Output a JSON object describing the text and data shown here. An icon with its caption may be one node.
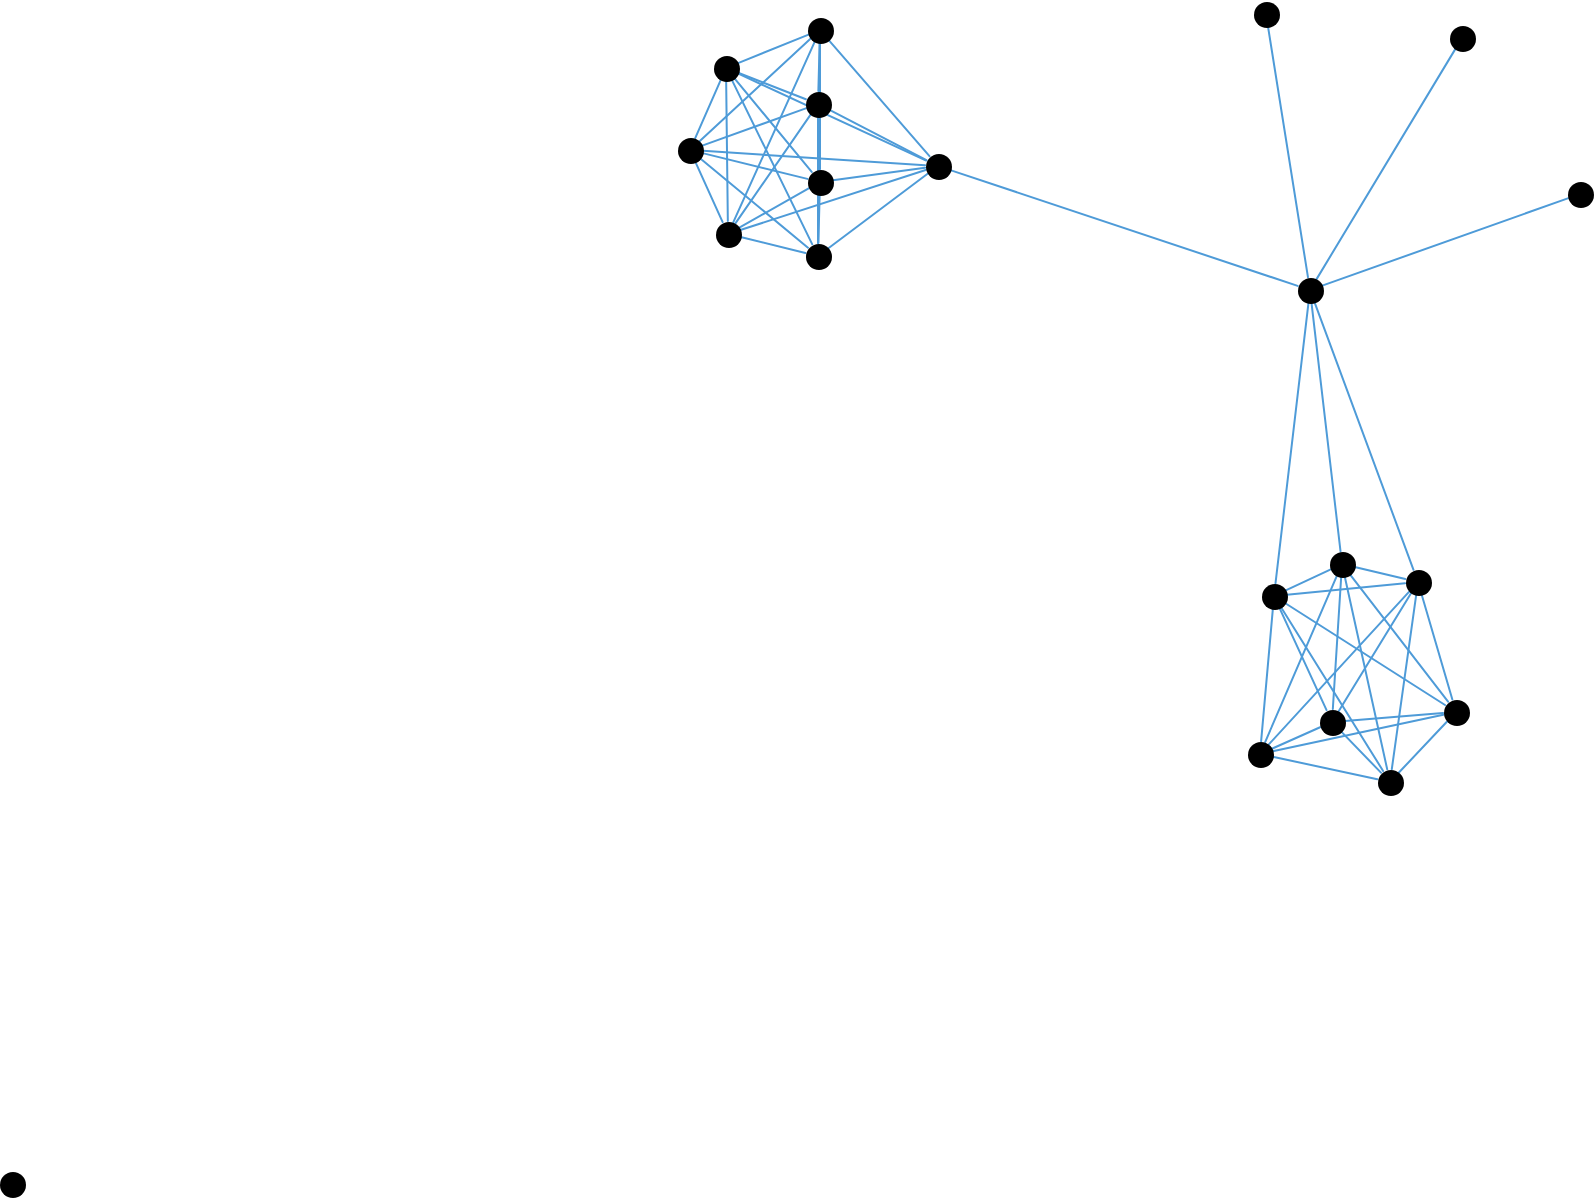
{
  "diagram": {
    "nodes": [
      {
        "text": [],
        "shape": "circle"
      },
      {
        "text": [],
        "shape": "circle"
      },
      {
        "text": [],
        "shape": "circle"
      },
      {
        "text": [],
        "shape": "circle"
      },
      {
        "text": [],
        "shape": "circle"
      },
      {
        "text": [],
        "shape": "circle"
      },
      {
        "text": [],
        "shape": "circle"
      },
      {
        "text": [],
        "shape": "circle"
      },
      {
        "text": [],
        "shape": "circle"
      },
      {
        "text": [],
        "shape": "circle"
      },
      {
        "text": [],
        "shape": "circle"
      },
      {
        "text": [],
        "shape": "circle"
      },
      {
        "text": [],
        "shape": "circle"
      },
      {
        "text": [],
        "shape": "circle"
      },
      {
        "text": [],
        "shape": "circle"
      },
      {
        "text": [],
        "shape": "circle"
      },
      {
        "text": [],
        "shape": "circle"
      },
      {
        "text": [],
        "shape": "circle"
      },
      {
        "text": [],
        "shape": "circle"
      },
      {
        "text": [],
        "shape": "circle"
      }
    ],
    "edges": [
      {
        "from": 1,
        "to": 3,
        "arrow": "none"
      },
      {
        "from": 1,
        "to": 4,
        "arrow": "none"
      },
      {
        "from": 1,
        "to": 5,
        "arrow": "none"
      },
      {
        "from": 1,
        "to": 6,
        "arrow": "none"
      },
      {
        "from": 1,
        "to": 7,
        "arrow": "none"
      },
      {
        "from": 1,
        "to": 9,
        "arrow": "none"
      },
      {
        "from": 1,
        "to": 10,
        "arrow": "none"
      },
      {
        "from": 3,
        "to": 4,
        "arrow": "none"
      },
      {
        "from": 3,
        "to": 5,
        "arrow": "none"
      },
      {
        "from": 3,
        "to": 6,
        "arrow": "none"
      },
      {
        "from": 3,
        "to": 7,
        "arrow": "none"
      },
      {
        "from": 3,
        "to": 9,
        "arrow": "none"
      },
      {
        "from": 3,
        "to": 10,
        "arrow": "none"
      },
      {
        "from": 4,
        "to": 5,
        "arrow": "none"
      },
      {
        "from": 4,
        "to": 6,
        "arrow": "none"
      },
      {
        "from": 4,
        "to": 7,
        "arrow": "none"
      },
      {
        "from": 4,
        "to": 9,
        "arrow": "none"
      },
      {
        "from": 4,
        "to": 10,
        "arrow": "none"
      },
      {
        "from": 5,
        "to": 6,
        "arrow": "none"
      },
      {
        "from": 5,
        "to": 7,
        "arrow": "none"
      },
      {
        "from": 5,
        "to": 9,
        "arrow": "none"
      },
      {
        "from": 5,
        "to": 10,
        "arrow": "none"
      },
      {
        "from": 6,
        "to": 7,
        "arrow": "none"
      },
      {
        "from": 6,
        "to": 9,
        "arrow": "none"
      },
      {
        "from": 6,
        "to": 10,
        "arrow": "none"
      },
      {
        "from": 7,
        "to": 9,
        "arrow": "none"
      },
      {
        "from": 7,
        "to": 10,
        "arrow": "none"
      },
      {
        "from": 9,
        "to": 10,
        "arrow": "none"
      },
      {
        "from": 6,
        "to": 11,
        "arrow": "none"
      },
      {
        "from": 11,
        "to": 0,
        "arrow": "none"
      },
      {
        "from": 11,
        "to": 2,
        "arrow": "none"
      },
      {
        "from": 11,
        "to": 8,
        "arrow": "none"
      },
      {
        "from": 11,
        "to": 12,
        "arrow": "none"
      },
      {
        "from": 11,
        "to": 13,
        "arrow": "none"
      },
      {
        "from": 11,
        "to": 14,
        "arrow": "none"
      },
      {
        "from": 12,
        "to": 13,
        "arrow": "none"
      },
      {
        "from": 12,
        "to": 14,
        "arrow": "none"
      },
      {
        "from": 12,
        "to": 15,
        "arrow": "none"
      },
      {
        "from": 12,
        "to": 16,
        "arrow": "none"
      },
      {
        "from": 12,
        "to": 17,
        "arrow": "none"
      },
      {
        "from": 12,
        "to": 18,
        "arrow": "none"
      },
      {
        "from": 13,
        "to": 14,
        "arrow": "none"
      },
      {
        "from": 13,
        "to": 15,
        "arrow": "none"
      },
      {
        "from": 13,
        "to": 16,
        "arrow": "none"
      },
      {
        "from": 13,
        "to": 17,
        "arrow": "none"
      },
      {
        "from": 13,
        "to": 18,
        "arrow": "none"
      },
      {
        "from": 14,
        "to": 15,
        "arrow": "none"
      },
      {
        "from": 14,
        "to": 16,
        "arrow": "none"
      },
      {
        "from": 14,
        "to": 17,
        "arrow": "none"
      },
      {
        "from": 14,
        "to": 18,
        "arrow": "none"
      },
      {
        "from": 15,
        "to": 16,
        "arrow": "none"
      },
      {
        "from": 15,
        "to": 17,
        "arrow": "none"
      },
      {
        "from": 15,
        "to": 18,
        "arrow": "none"
      },
      {
        "from": 16,
        "to": 17,
        "arrow": "none"
      },
      {
        "from": 16,
        "to": 18,
        "arrow": "none"
      },
      {
        "from": 17,
        "to": 18,
        "arrow": "none"
      }
    ]
  }
}
